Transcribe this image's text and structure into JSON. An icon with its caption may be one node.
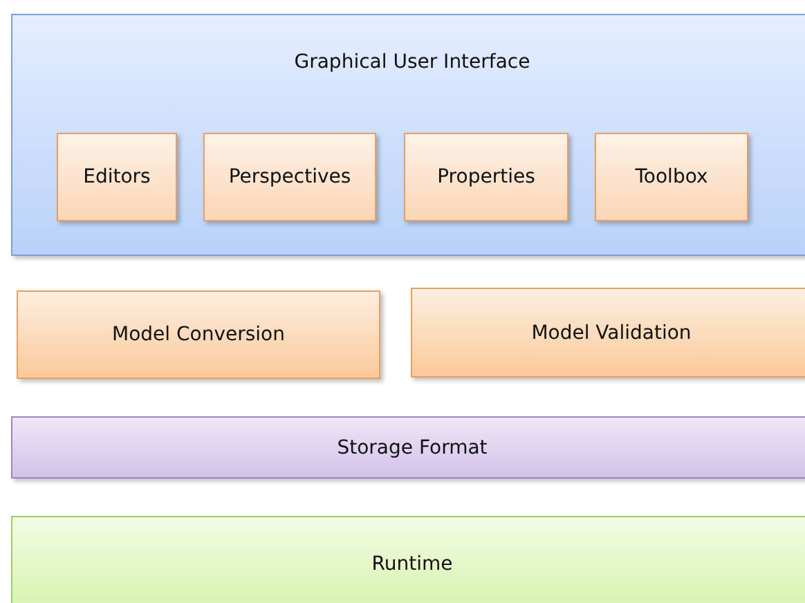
{
  "diagram": {
    "nodes": [
      {
        "text": [
          "Graphical User Interface"
        ]
      },
      {
        "text": [
          "Editors"
        ],
        "in": 0
      },
      {
        "text": [
          "Perspectives"
        ],
        "in": 0
      },
      {
        "text": [
          "Properties"
        ],
        "in": 0
      },
      {
        "text": [
          "Toolbox"
        ],
        "in": 0
      },
      {
        "text": [
          "Model Conversion"
        ]
      },
      {
        "text": [
          "Model Validation"
        ]
      },
      {
        "text": [
          "Storage Format"
        ]
      },
      {
        "text": [
          "Runtime"
        ]
      }
    ]
  }
}
